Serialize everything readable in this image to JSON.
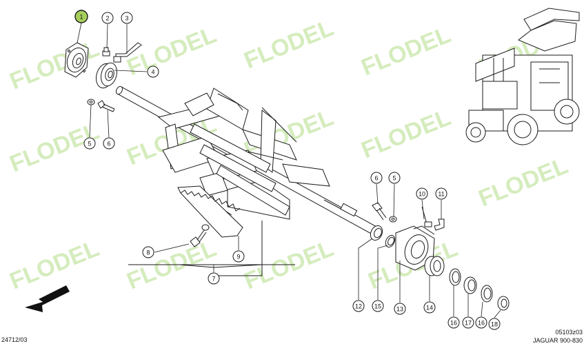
{
  "watermark": {
    "brand": "FLODEL",
    "color": "#c7e6a8"
  },
  "highlight_color": "#a6cf5b",
  "callouts": [
    {
      "id": "c1",
      "label": "1",
      "highlighted": true
    },
    {
      "id": "c2",
      "label": "2"
    },
    {
      "id": "c3",
      "label": "3"
    },
    {
      "id": "c4",
      "label": "4"
    },
    {
      "id": "c5a",
      "label": "5"
    },
    {
      "id": "c6a",
      "label": "6"
    },
    {
      "id": "c6b",
      "label": "6"
    },
    {
      "id": "c5b",
      "label": "5"
    },
    {
      "id": "c10",
      "label": "10"
    },
    {
      "id": "c11",
      "label": "11"
    },
    {
      "id": "c8",
      "label": "8"
    },
    {
      "id": "c9",
      "label": "9"
    },
    {
      "id": "c7",
      "label": "7"
    },
    {
      "id": "c12",
      "label": "12"
    },
    {
      "id": "c15",
      "label": "15"
    },
    {
      "id": "c13",
      "label": "13"
    },
    {
      "id": "c14",
      "label": "14"
    },
    {
      "id": "c16a",
      "label": "16"
    },
    {
      "id": "c17",
      "label": "17"
    },
    {
      "id": "c16b",
      "label": "16"
    },
    {
      "id": "c18",
      "label": "18"
    }
  ],
  "footer": {
    "left_ref": "24712/03",
    "right_ref": "05103z03",
    "model": "JAGUAR 900-830"
  }
}
